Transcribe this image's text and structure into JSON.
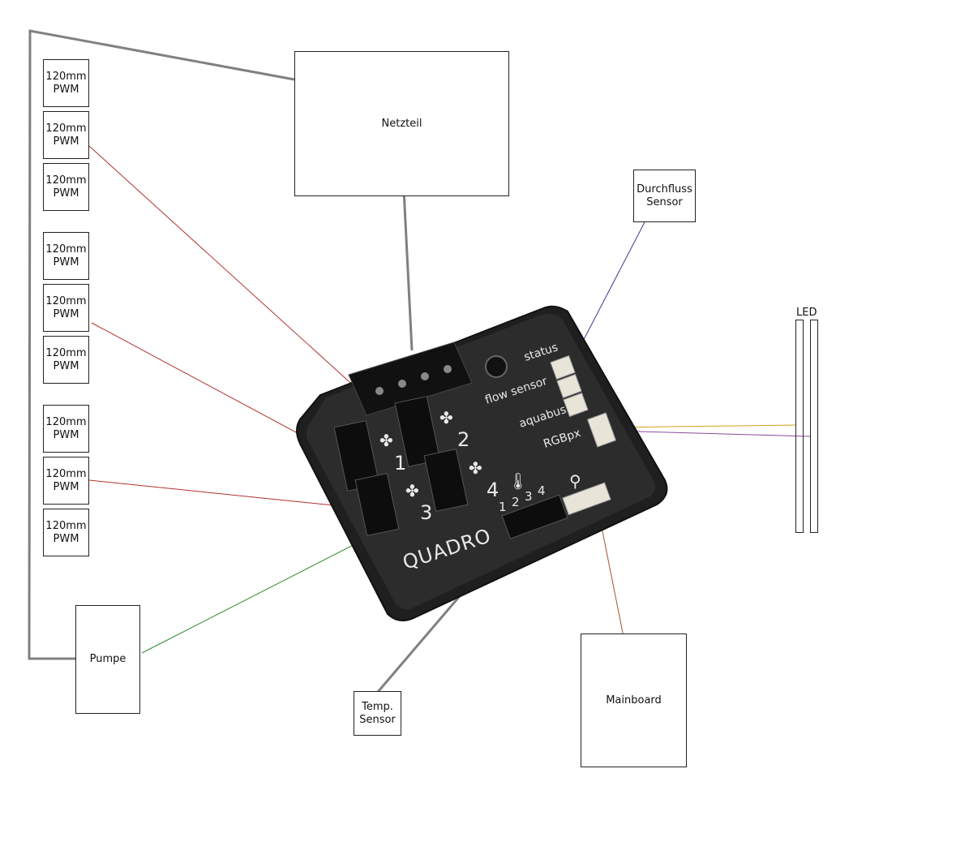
{
  "fans": [
    {
      "size": "120mm",
      "type": "PWM"
    },
    {
      "size": "120mm",
      "type": "PWM"
    },
    {
      "size": "120mm",
      "type": "PWM"
    },
    {
      "size": "120mm",
      "type": "PWM"
    },
    {
      "size": "120mm",
      "type": "PWM"
    },
    {
      "size": "120mm",
      "type": "PWM"
    },
    {
      "size": "120mm",
      "type": "PWM"
    },
    {
      "size": "120mm",
      "type": "PWM"
    },
    {
      "size": "120mm",
      "type": "PWM"
    }
  ],
  "psu": {
    "label": "Netzteil"
  },
  "flow_sensor": {
    "line1": "Durchfluss",
    "line2": "Sensor"
  },
  "led": {
    "label": "LED"
  },
  "pump": {
    "label": "Pumpe"
  },
  "temp_sensor": {
    "line1": "Temp.",
    "line2": "Sensor"
  },
  "mainboard": {
    "label": "Mainboard"
  },
  "controller": {
    "brand": "QUADRO",
    "ports": {
      "status": "status",
      "flow": "flow sensor",
      "aquabus": "aquabus",
      "rgb": "RGBpx"
    },
    "fan_numbers": [
      "1",
      "2",
      "3",
      "4"
    ],
    "sensor_numbers": [
      "1",
      "2",
      "3",
      "4"
    ]
  },
  "colors": {
    "fan_wire": "#b23030",
    "pump_wire": "#2e8b2e",
    "flow_wire": "#3a3a8c",
    "led_wire_1": "#d4a017",
    "led_wire_2": "#8a4a9a",
    "mainboard_wire": "#a0522d",
    "power_wire": "#808080",
    "controller_body": "#2b2b2b"
  }
}
